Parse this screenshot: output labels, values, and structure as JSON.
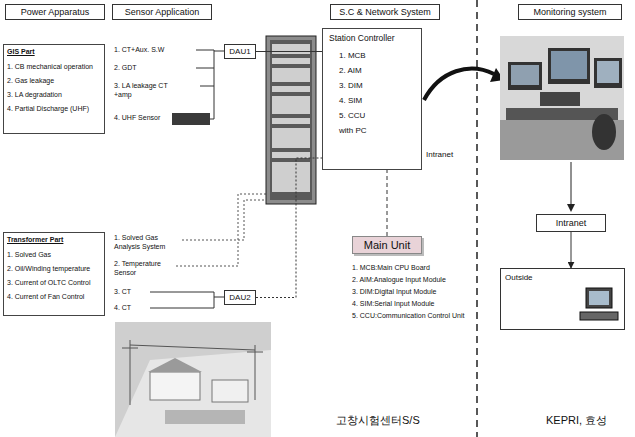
{
  "diagram": {
    "nodes": [
      {
        "text": [
          "Power Apparatus"
        ]
      },
      {
        "text": [
          "Sensor Application"
        ]
      },
      {
        "text": [
          "S.C & Network System"
        ]
      },
      {
        "text": [
          "Monitoring system"
        ]
      },
      {
        "text": [
          "GIS Part",
          "1. CB mechanical operation",
          "2. Gas leakage",
          "3. LA degradation",
          "4. Partial Discharge (UHF)"
        ]
      },
      {
        "text": [
          "Transformer Part",
          "1. Solved Gas",
          "2. Oil/Winding temperature",
          "3. Current of OLTC Control",
          "4. Current of Fan Control"
        ]
      },
      {
        "text": [
          "DAU1"
        ]
      },
      {
        "text": [
          "DAU2"
        ]
      },
      {
        "text": [
          "Station Controller",
          "1. MCB",
          "2. AIM",
          "3. DIM",
          "4. SIM",
          "5. CCU",
          "with PC"
        ]
      },
      {
        "text": [
          "Main Unit"
        ]
      },
      {
        "text": [
          "Intranet"
        ]
      },
      {
        "text": [
          "Outside"
        ]
      }
    ],
    "edges": [
      {
        "from": 6,
        "to": 8,
        "arrow": "none"
      },
      {
        "from": 7,
        "to": 8,
        "arrow": "none"
      },
      {
        "from": 9,
        "to": 8,
        "arrow": "none"
      },
      {
        "from": 10,
        "to": 11,
        "arrow": "to"
      }
    ],
    "labels": [
      "1. CT+Aux. S.W",
      "2. GDT",
      "3. LA leakage CT +amp",
      "4. UHF Sensor",
      "1. Solved Gas Analysis System",
      "2. Temperature Sensor",
      "3. CT",
      "4. CT",
      "Intranet",
      "1. MCB:Main CPU Board",
      "2. AIM:Analogue Input Module",
      "3. DIM:Digital Input Module",
      "4. SIM:Serial Input Module",
      "5. CCU:Communication Control Unit",
      "고창시험센터S/S",
      "KEPRI, 효성"
    ]
  }
}
